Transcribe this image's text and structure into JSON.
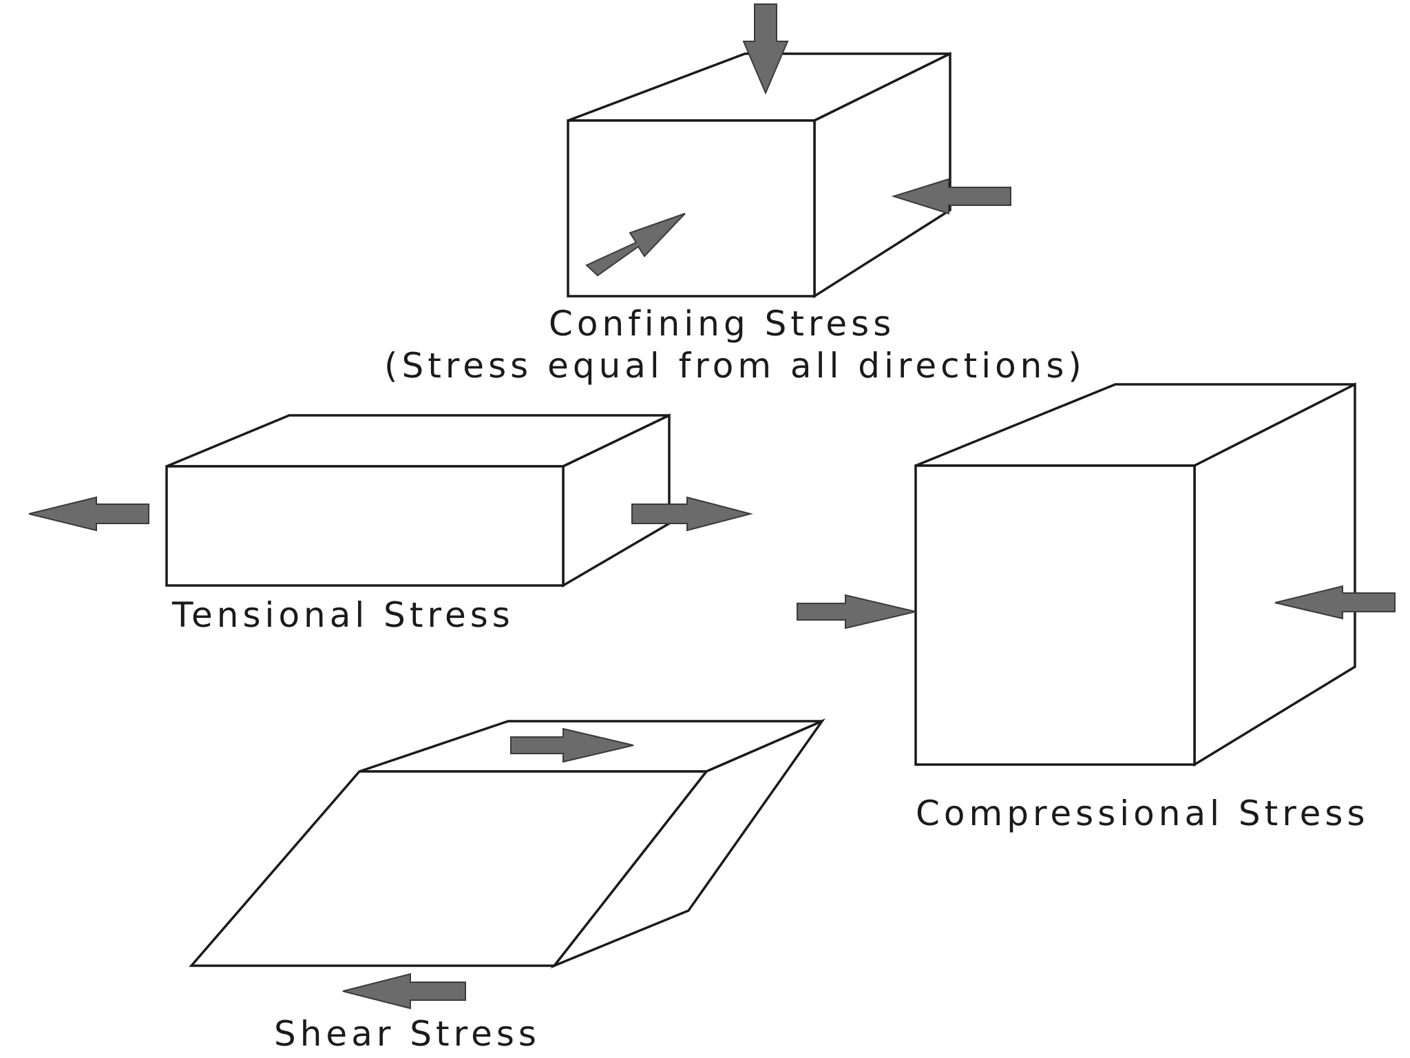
{
  "labels": {
    "confining": "Confining Stress",
    "confining_note": "(Stress equal from all directions)",
    "tensional": "Tensional Stress",
    "compressional": "Compressional Stress",
    "shear": "Shear Stress"
  },
  "colors": {
    "arrow_fill": "#6b6b6b",
    "line": "#1a1a1a",
    "background": "#ffffff"
  }
}
